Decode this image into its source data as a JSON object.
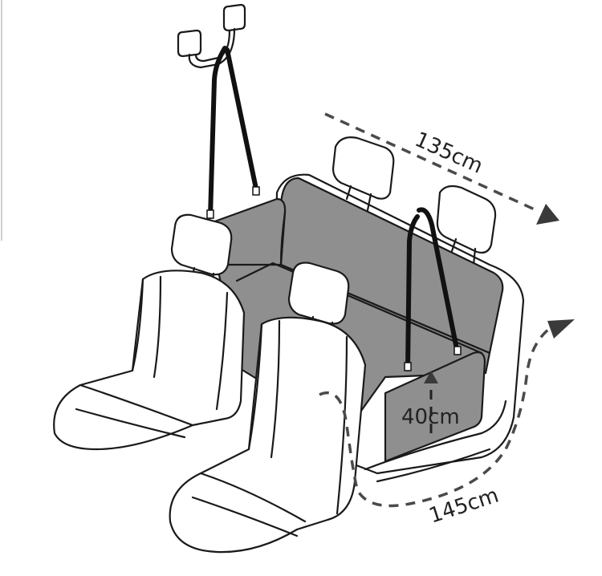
{
  "dimensions": {
    "width_label": "135cm",
    "depth_label": "145cm",
    "height_label": "40cm"
  }
}
